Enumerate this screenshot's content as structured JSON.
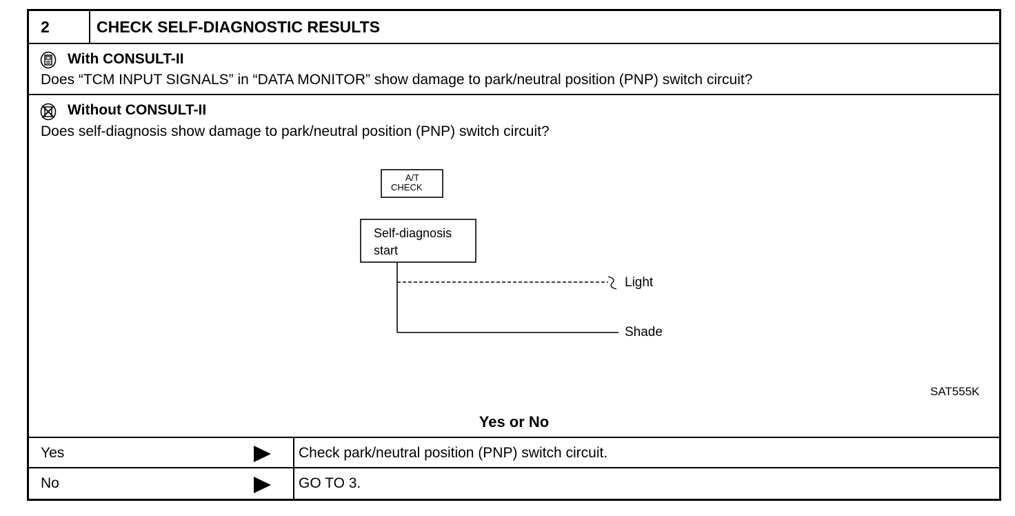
{
  "step": {
    "number": "2",
    "title": "CHECK SELF-DIAGNOSTIC RESULTS"
  },
  "with_consult": {
    "icon": "consult-tool-icon",
    "heading": "With CONSULT-II",
    "question": "Does “TCM INPUT SIGNALS” in “DATA MONITOR” show damage to park/neutral position (PNP) switch circuit?"
  },
  "without_consult": {
    "icon": "no-consult-tool-icon",
    "heading": "Without CONSULT-II",
    "question": "Does self-diagnosis show damage to park/neutral position (PNP) switch circuit?"
  },
  "diagram": {
    "at_check_line1": "A/T",
    "at_check_line2": "CHECK",
    "start_line1": "Self-diagnosis",
    "start_line2": "start",
    "light_label": "Light",
    "shade_label": "Shade",
    "figure_code": "SAT555K"
  },
  "decision": {
    "prompt": "Yes or No",
    "rows": [
      {
        "answer": "Yes",
        "action": "Check park/neutral position (PNP) switch circuit."
      },
      {
        "answer": "No",
        "action": "GO TO 3."
      }
    ]
  }
}
